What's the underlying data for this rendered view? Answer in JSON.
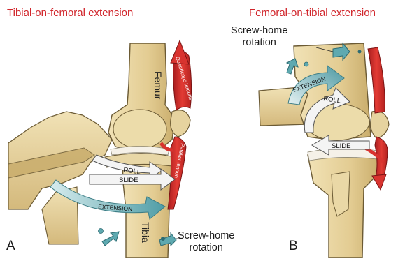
{
  "panel_a": {
    "title": "Tibial-on-femoral extension",
    "letter": "A",
    "bone_femur": "Femur",
    "bone_tibia": "Tibia",
    "tendon_quadriceps": "Quadriceps femoris",
    "tendon_patellar": "Patellar tendon",
    "arrow_roll": "ROLL",
    "arrow_slide": "SLIDE",
    "arrow_extension": "EXTENSION",
    "callout_line1": "Screw-home",
    "callout_line2": "rotation"
  },
  "panel_b": {
    "title": "Femoral-on-tibial extension",
    "letter": "B",
    "arrow_roll": "ROLL",
    "arrow_slide": "SLIDE",
    "arrow_extension": "EXTENSION",
    "callout_line1": "Screw-home",
    "callout_line2": "rotation"
  },
  "colors": {
    "title": "#d1262c",
    "bone": "#e3cc92",
    "bone_edge": "#6b5a34",
    "muscle": "#d8332f",
    "extension_arrow": "#5ea9b0",
    "roll_slide_arrow": "#f4f4f4"
  }
}
